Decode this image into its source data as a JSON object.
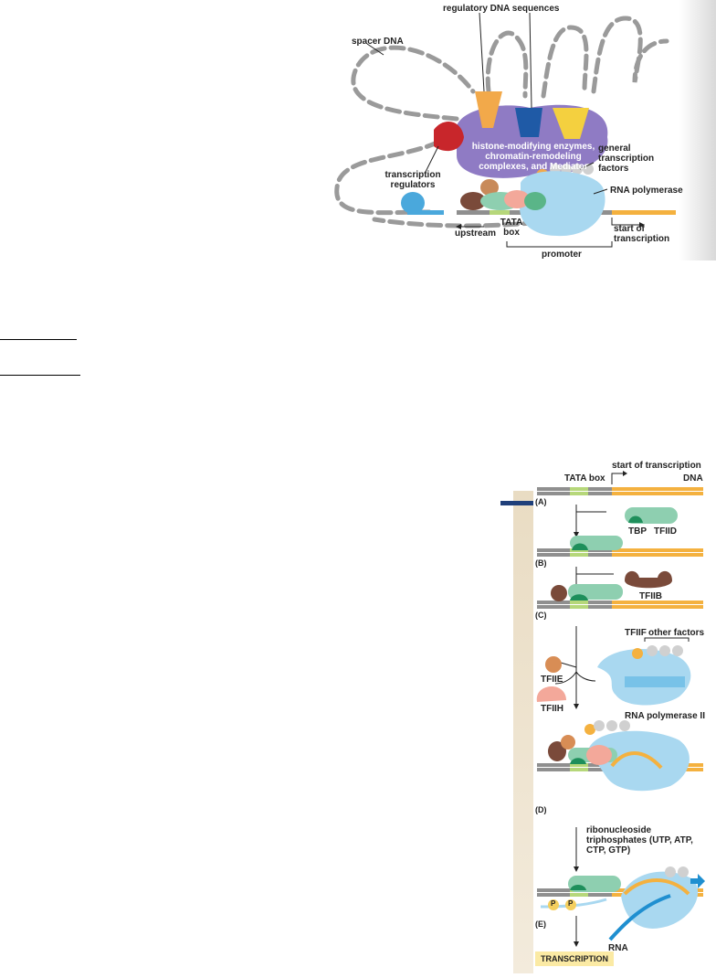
{
  "figure_top": {
    "labels": {
      "regulatory_dna": "regulatory DNA sequences",
      "spacer_dna": "spacer DNA",
      "complex": "histone-modifying enzymes, chromatin-remodeling complexes, and Mediator",
      "general_tf": "general transcription factors",
      "regulators": "transcription regulators",
      "rna_pol": "RNA polymerase",
      "tata": "TATA box",
      "upstream": "upstream",
      "start": "start of transcription",
      "promoter": "promoter"
    }
  },
  "figure_bottom": {
    "labels": {
      "start": "start of transcription",
      "tata": "TATA box",
      "dna": "DNA",
      "tbp": "TBP",
      "tfiid": "TFIID",
      "tfiib": "TFIIB",
      "tfiif": "TFIIF",
      "other": "other factors",
      "tfiie": "TFIIE",
      "tfiih": "TFIIH",
      "rnapol2": "RNA polymerase II",
      "ntp": "ribonucleoside triphosphates (UTP, ATP, CTP, GTP)",
      "rna": "RNA",
      "p": "P",
      "transcription": "TRANSCRIPTION"
    },
    "steps": [
      "(A)",
      "(B)",
      "(C)",
      "(D)",
      "(E)"
    ]
  },
  "colors": {
    "gray_dna": "#8f8f8f",
    "orange_dna": "#f4b13f",
    "tata_green": "#b6d77a",
    "tfiid": "#8ecfb0",
    "tbp": "#1e8f5b",
    "tfiib": "#7a4a3a",
    "pol": "#a9d8f0",
    "tfiih": "#f3a89a",
    "tfiie": "#d88d55",
    "complex": "#8f7bc4",
    "red": "#c8262b",
    "blue": "#1f5aa6",
    "yellow": "#f4d03f"
  }
}
